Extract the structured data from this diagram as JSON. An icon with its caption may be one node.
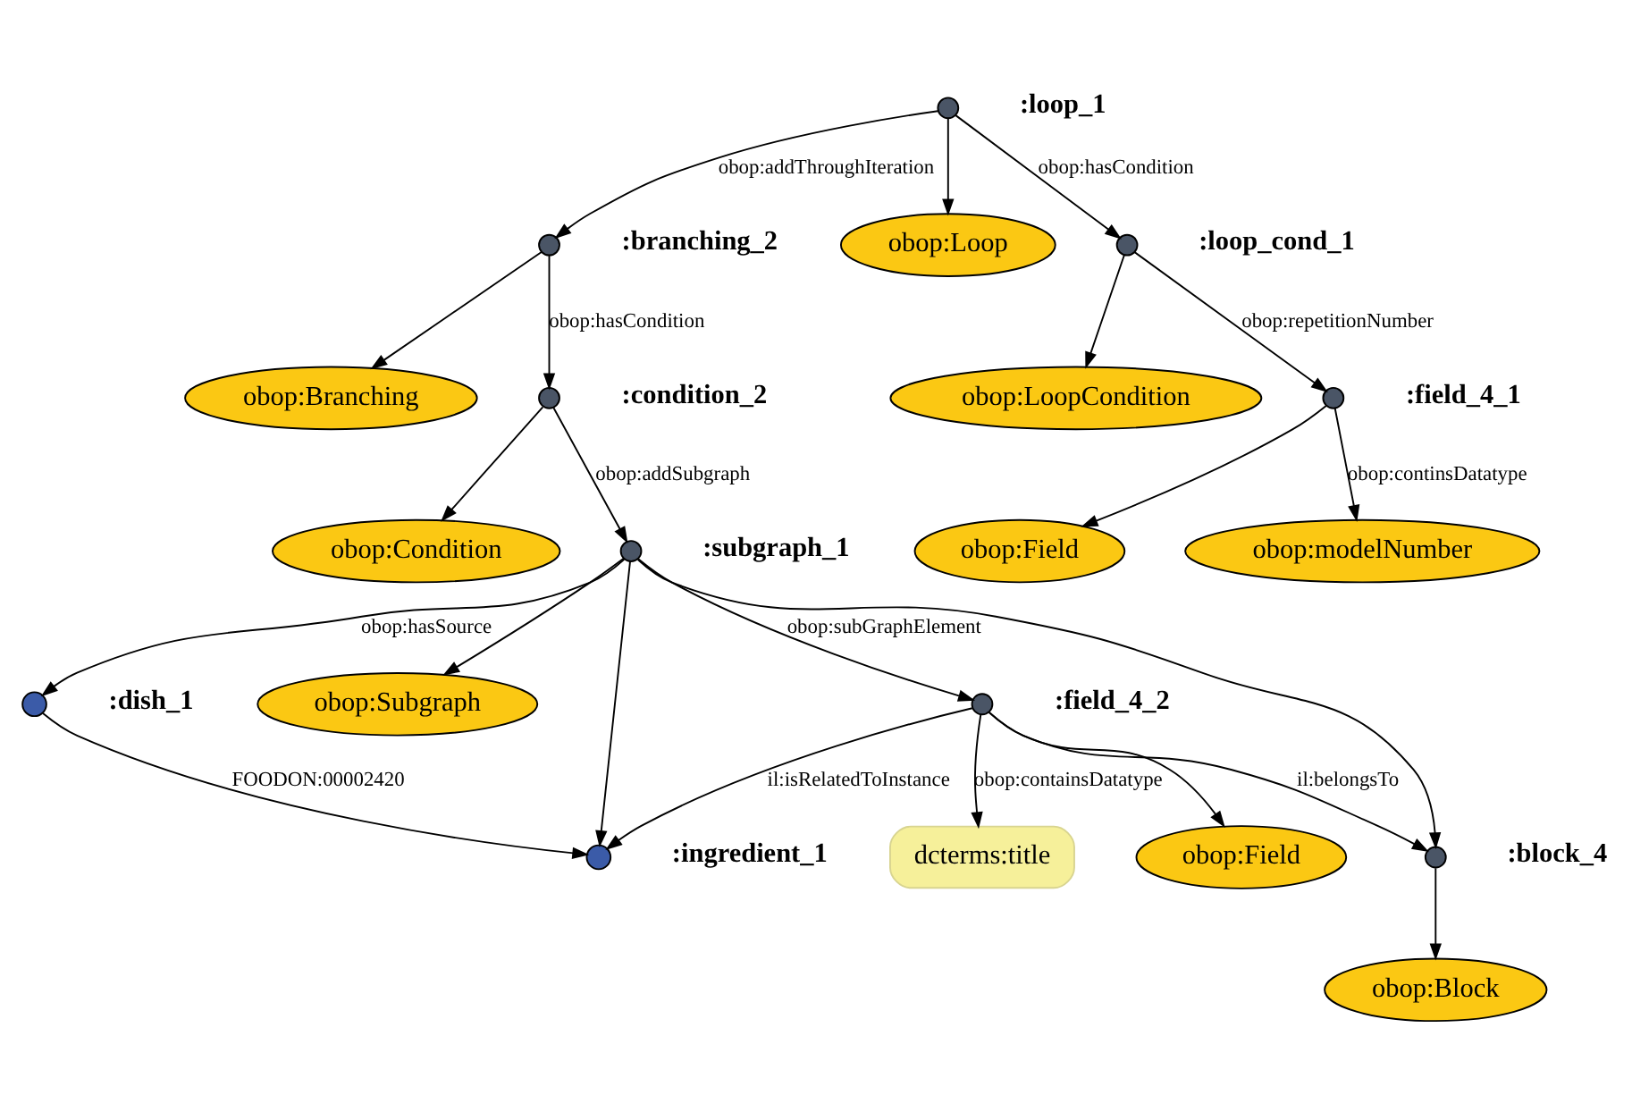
{
  "diagram": {
    "nodes": [
      {
        "text": [
          "obop:Branching"
        ]
      },
      {
        "text": [],
        "shape": "circle",
        "beside": [
          ":branching_2"
        ]
      },
      {
        "text": [
          "obop:Condition"
        ]
      },
      {
        "text": [],
        "shape": "circle",
        "beside": [
          ":condition_2"
        ]
      },
      {
        "text": [],
        "shape": "circle",
        "beside": [
          ":loop_1"
        ]
      },
      {
        "text": [
          "obop:Loop"
        ]
      },
      {
        "text": [],
        "shape": "circle",
        "beside": [
          ":dish_1"
        ]
      },
      {
        "text": [
          "obop:Subgraph"
        ]
      },
      {
        "text": [],
        "shape": "circle",
        "beside": [
          ":subgraph_1"
        ]
      },
      {
        "text": [],
        "shape": "circle",
        "beside": [
          ":loop_cond_1"
        ]
      },
      {
        "text": [
          "obop:LoopCondition"
        ]
      },
      {
        "text": [
          "dcterms:title"
        ]
      },
      {
        "text": [],
        "shape": "circle",
        "beside": [
          ":ingredient_1"
        ]
      },
      {
        "text": [],
        "shape": "circle",
        "beside": [
          ":field_4_2"
        ]
      },
      {
        "text": [
          "obop:Field"
        ]
      },
      {
        "text": [
          "obop:Field"
        ]
      },
      {
        "text": [],
        "shape": "circle",
        "beside": [
          ":field_4_1"
        ]
      },
      {
        "text": [
          "obop:Block"
        ]
      },
      {
        "text": [],
        "shape": "circle",
        "beside": [
          ":block_4"
        ]
      },
      {
        "text": [
          "obop:modelNumber"
        ]
      }
    ],
    "edges": [
      {
        "from": 1,
        "to": 0,
        "arrow": "to"
      },
      {
        "from": 1,
        "to": 3,
        "arrow": "to",
        "label": "obop:hasCondition"
      },
      {
        "from": 3,
        "to": 2,
        "arrow": "to"
      },
      {
        "from": 4,
        "to": 1,
        "arrow": "to",
        "label": "obop:addThroughIteration"
      },
      {
        "from": 4,
        "to": 5,
        "arrow": "to"
      },
      {
        "from": 4,
        "to": 9,
        "arrow": "to",
        "label": "obop:hasCondition"
      },
      {
        "from": 9,
        "to": 10,
        "arrow": "to"
      },
      {
        "from": 9,
        "to": 16,
        "arrow": "to",
        "label": "obop:repetitionNumber"
      },
      {
        "from": 16,
        "to": 15,
        "arrow": "to"
      },
      {
        "from": 16,
        "to": 19,
        "arrow": "to",
        "label": "obop:continsDatatype"
      },
      {
        "from": 3,
        "to": 8,
        "arrow": "to",
        "label": "obop:addSubgraph"
      },
      {
        "from": 8,
        "to": 7,
        "arrow": "to"
      },
      {
        "from": 8,
        "to": 6,
        "arrow": "to",
        "label": "obop:hasSource"
      },
      {
        "from": 6,
        "to": 12,
        "arrow": "to",
        "label": "FOODON:00002420"
      },
      {
        "from": 8,
        "to": 12,
        "arrow": "to"
      },
      {
        "from": 8,
        "to": 13,
        "arrow": "to",
        "label": "obop:subGraphElement"
      },
      {
        "from": 8,
        "to": 18,
        "arrow": "to"
      },
      {
        "from": 13,
        "to": 11,
        "arrow": "to",
        "label": "obop:containsDatatype"
      },
      {
        "from": 13,
        "to": 14,
        "arrow": "to"
      },
      {
        "from": 13,
        "to": 12,
        "arrow": "to",
        "label": "il:isRelatedToInstance"
      },
      {
        "from": 13,
        "to": 18,
        "arrow": "to",
        "label": "il:belongsTo"
      },
      {
        "from": 18,
        "to": 17,
        "arrow": "to"
      }
    ]
  }
}
